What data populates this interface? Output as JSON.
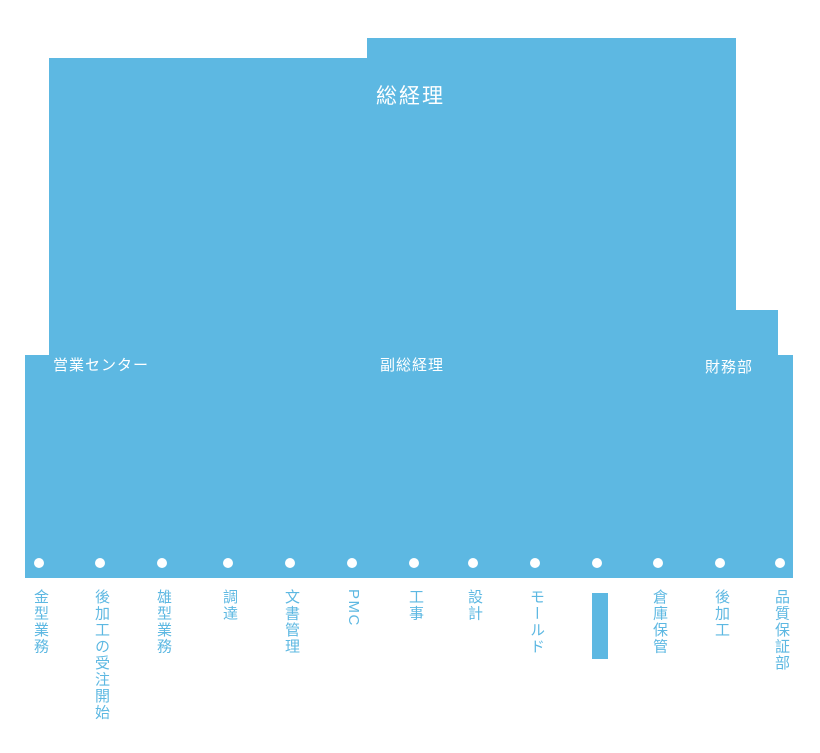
{
  "colors": {
    "accent_blue": "#5DB8E2",
    "node_text": "#FFFFFF",
    "department_text": "#5DB8E2",
    "background": "#FFFFFF",
    "connector_dot": "#FFFFFF"
  },
  "org": {
    "root": {
      "label": "総経理"
    },
    "second_level": [
      {
        "label": "営業センター"
      },
      {
        "label": "副総経理"
      },
      {
        "label": "財務部"
      }
    ],
    "departments": [
      {
        "label": "金型業務"
      },
      {
        "label": "後加工の受注開始"
      },
      {
        "label": "雄型業務"
      },
      {
        "label": "調達"
      },
      {
        "label": "文書管理"
      },
      {
        "label": "PMC"
      },
      {
        "label": "工事"
      },
      {
        "label": "設計"
      },
      {
        "label": "モールド"
      },
      {
        "label": "",
        "bar_placeholder": true
      },
      {
        "label": "倉庫保管"
      },
      {
        "label": "後加工"
      },
      {
        "label": "品質保証部"
      }
    ]
  }
}
